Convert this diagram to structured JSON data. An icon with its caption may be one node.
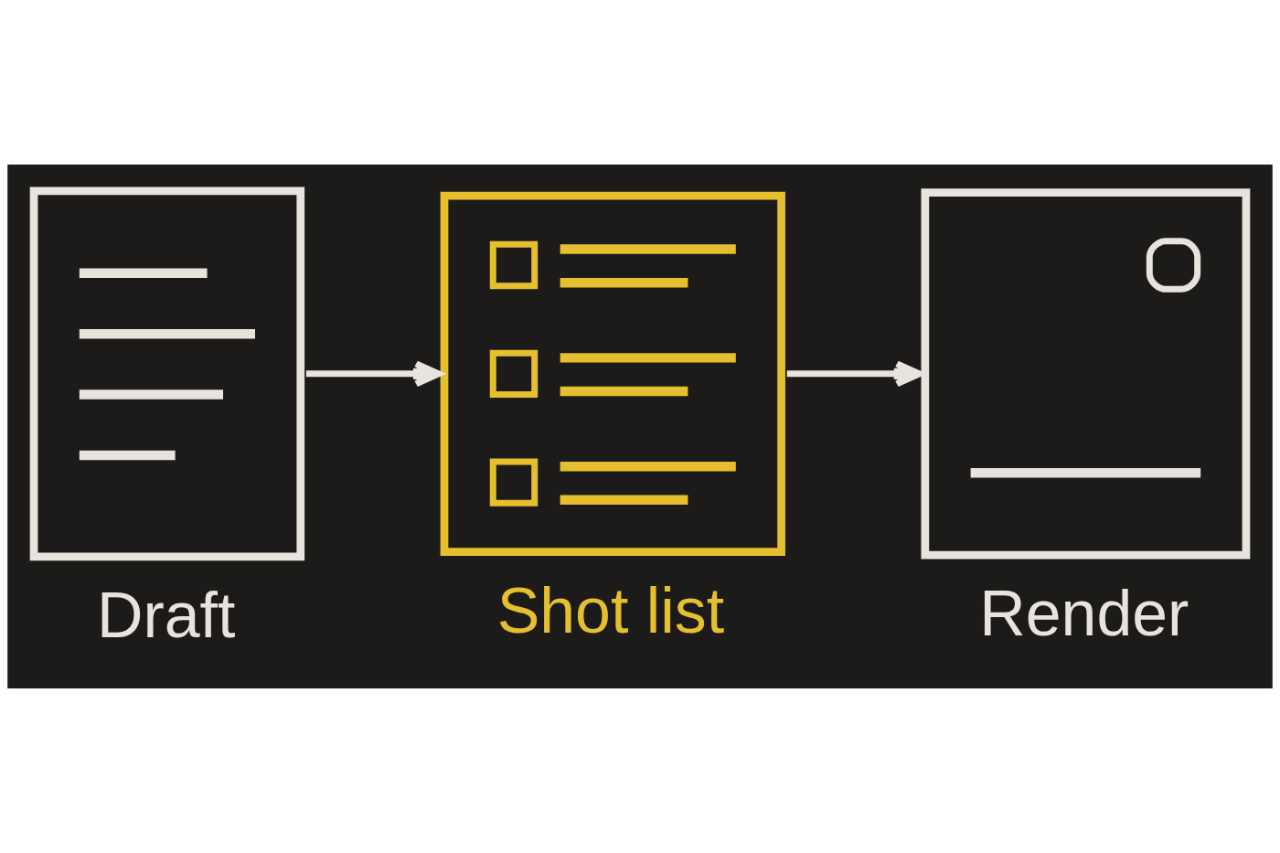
{
  "diagram": {
    "nodes": [
      {
        "text": [
          "Draft"
        ]
      },
      {
        "text": [
          "Shot list"
        ]
      },
      {
        "text": [
          "Render"
        ]
      }
    ],
    "edges": [
      {
        "from": 0,
        "to": 1,
        "arrow": "to"
      },
      {
        "from": 1,
        "to": 2,
        "arrow": "to"
      }
    ]
  }
}
